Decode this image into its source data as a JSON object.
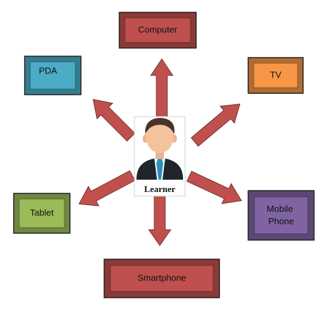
{
  "center": {
    "label": "Learner"
  },
  "devices": [
    {
      "id": "computer",
      "label": "Computer",
      "color": "#c0504d"
    },
    {
      "id": "tv",
      "label": "TV",
      "color": "#f79646"
    },
    {
      "id": "mobile",
      "label": "Mobile Phone",
      "color": "#8064a2"
    },
    {
      "id": "smartphone",
      "label": "Smartphone",
      "color": "#c0504d"
    },
    {
      "id": "tablet",
      "label": "Tablet",
      "color": "#9bbb59"
    },
    {
      "id": "pda",
      "label": "PDA",
      "color": "#4bacc6"
    }
  ],
  "arrow_color": "#c0504d"
}
